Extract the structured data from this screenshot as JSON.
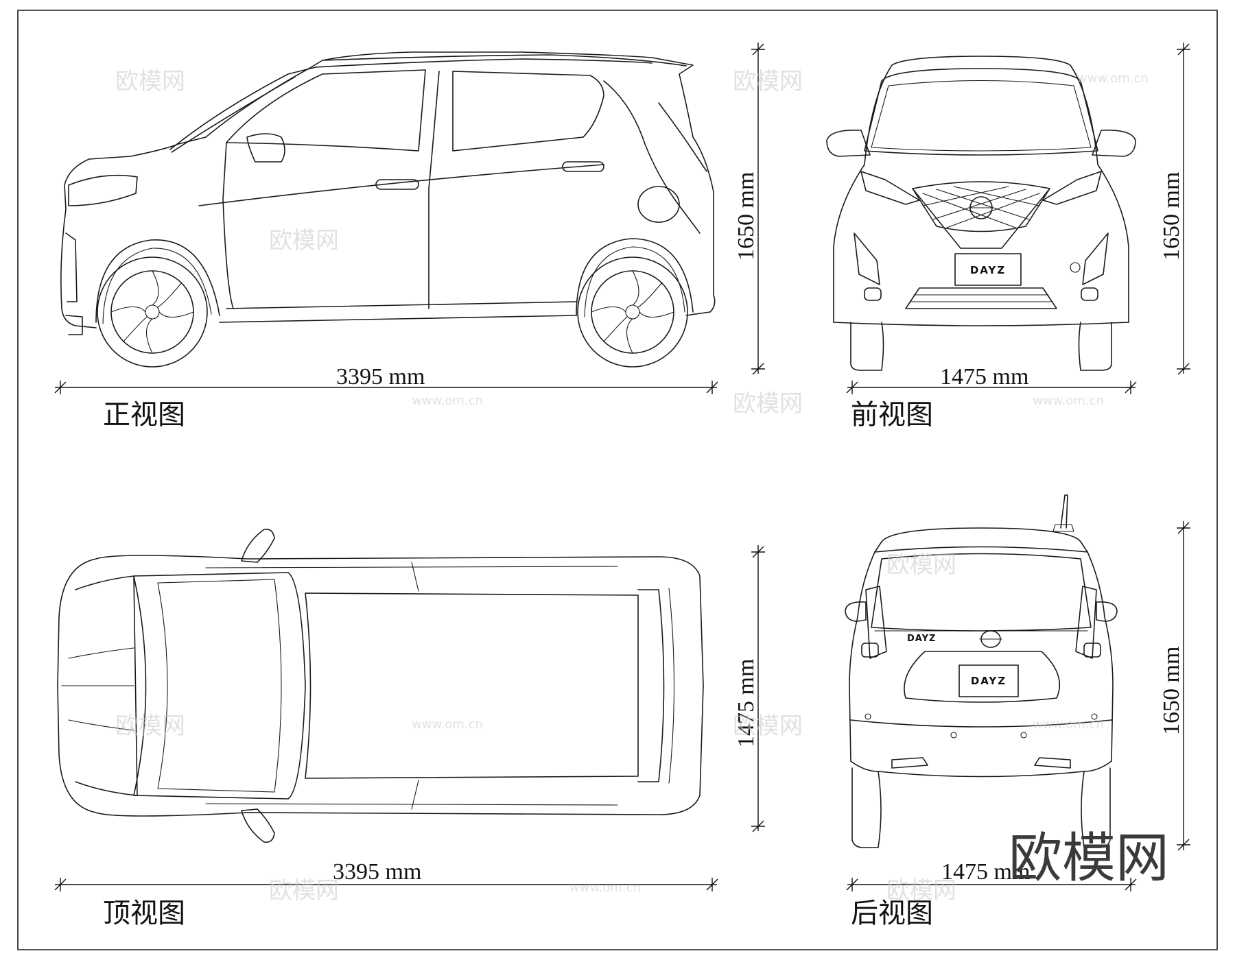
{
  "side_view": {
    "caption": "正视图",
    "length_label": "3395 mm",
    "height_label": "1650 mm"
  },
  "front_view": {
    "caption": "前视图",
    "width_label": "1475 mm",
    "height_label": "1650 mm",
    "badge": "DAYZ"
  },
  "top_view": {
    "caption": "顶视图",
    "length_label": "3395 mm",
    "width_label": "1475 mm"
  },
  "rear_view": {
    "caption": "后视图",
    "width_label": "1475 mm",
    "height_label": "1650 mm",
    "badge": "DAYZ",
    "script_badge": "DAYZ"
  },
  "watermark": {
    "brand": "欧模网",
    "site": "www.om.cn"
  },
  "colors": {
    "line": "#1a1a1a",
    "background": "#ffffff",
    "watermark": "#c9c9c9"
  }
}
